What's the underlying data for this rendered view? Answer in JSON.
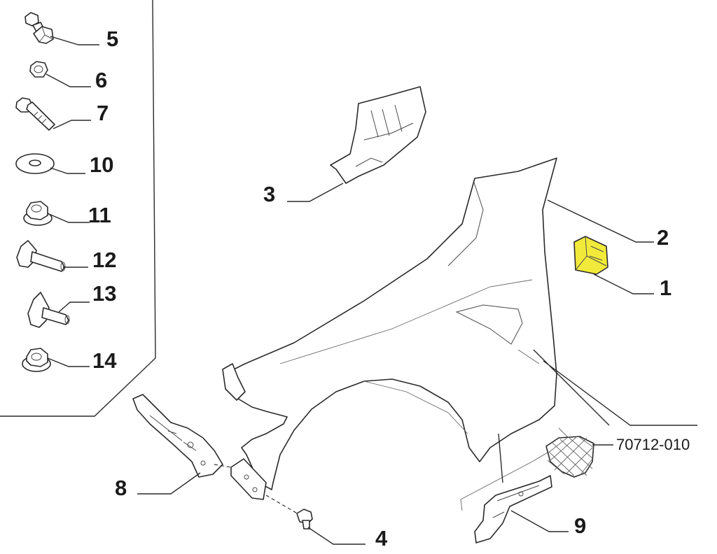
{
  "diagram": {
    "labels": {
      "item1": "1",
      "item2": "2",
      "item3": "3",
      "item4": "4",
      "item5": "5",
      "item6": "6",
      "item7": "7",
      "item8": "8",
      "item9": "9",
      "item10": "10",
      "item11": "11",
      "item12": "12",
      "item13": "13",
      "item14": "14"
    },
    "part_code": "70712-010",
    "highlight_color": "#f2ea3a"
  }
}
